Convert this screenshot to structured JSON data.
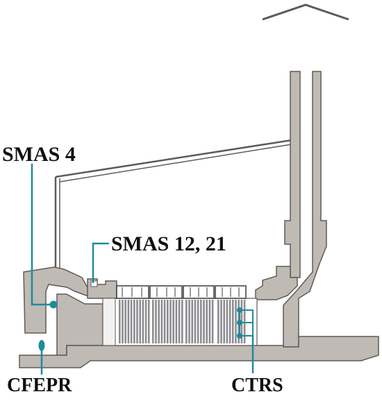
{
  "labels": {
    "smas4": "SMAS 4",
    "smas12_21": "SMAS 12, 21",
    "cfepr": "CFEPR",
    "ctrs": "CTRS"
  },
  "colors": {
    "concrete_fill": "#bfbab4",
    "concrete_stroke": "#5e5a57",
    "sensor_marker": "#1f8a9c",
    "label_text": "#111111",
    "background": "#ffffff"
  }
}
